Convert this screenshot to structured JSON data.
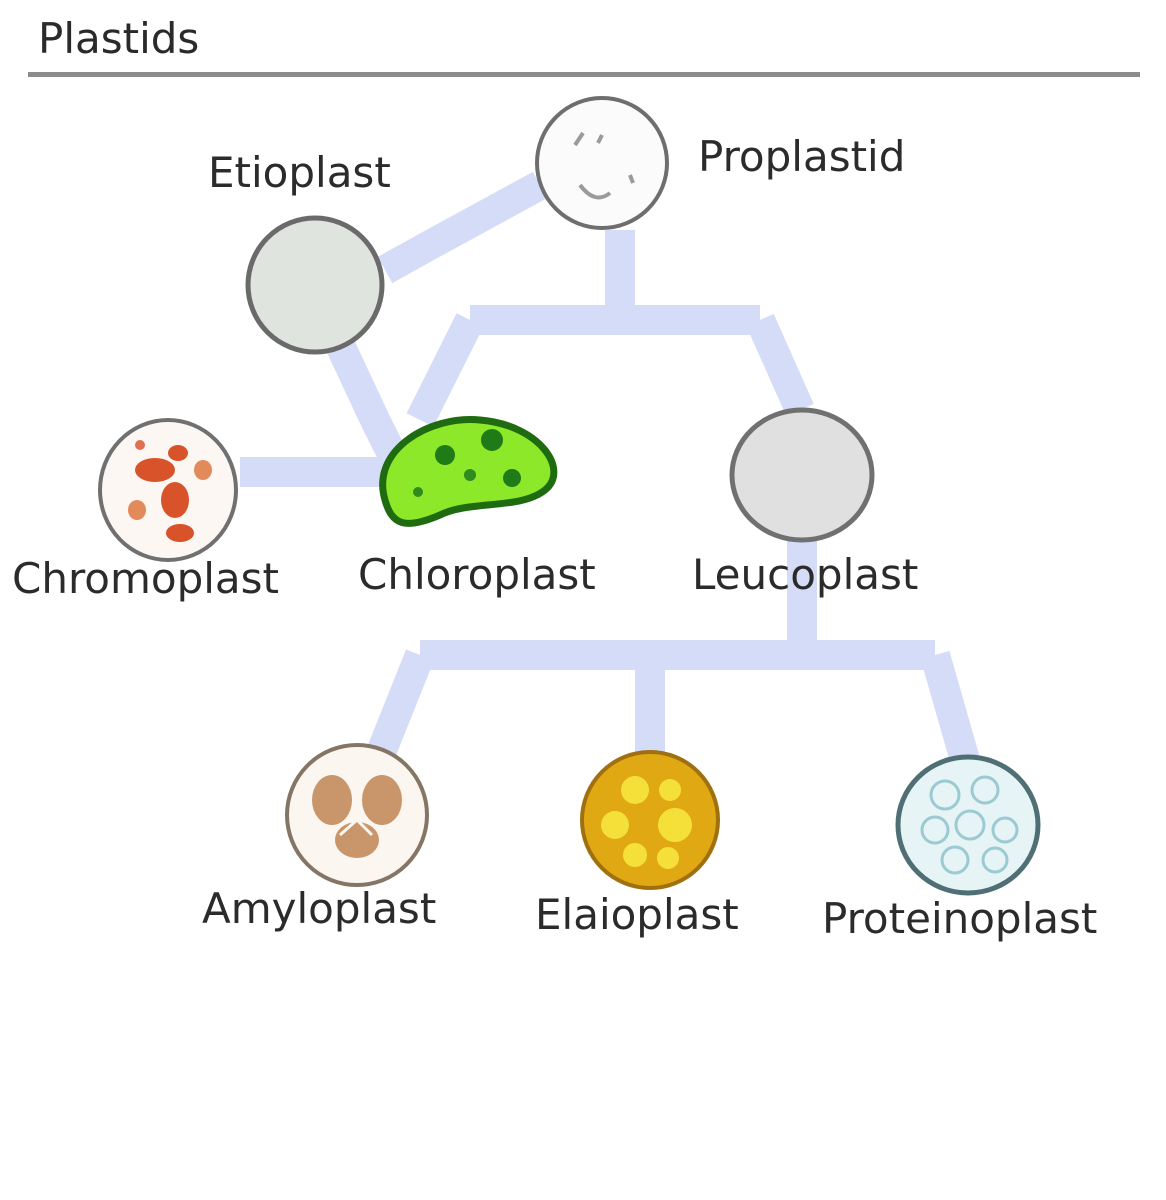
{
  "title": "Plastids",
  "colors": {
    "connector": "#d4dcf8",
    "outline": "#6e6e6e",
    "chloroplast_fill": "#8ee82a",
    "chloroplast_outline": "#1f6b10",
    "elaioplast_fill": "#e6b418",
    "amyloplast_fill": "#c9956a",
    "chromoplast_dots": "#d9532a",
    "proteinoplast_fill": "#e6f4f6"
  },
  "nodes": {
    "proplastid": {
      "label": "Proplastid"
    },
    "etioplast": {
      "label": "Etioplast"
    },
    "chromoplast": {
      "label": "Chromoplast"
    },
    "chloroplast": {
      "label": "Chloroplast"
    },
    "leucoplast": {
      "label": "Leucoplast"
    },
    "amyloplast": {
      "label": "Amyloplast"
    },
    "elaioplast": {
      "label": "Elaioplast"
    },
    "proteinoplast": {
      "label": "Proteinoplast"
    }
  },
  "edges": [
    [
      "proplastid",
      "etioplast"
    ],
    [
      "proplastid",
      "chloroplast"
    ],
    [
      "proplastid",
      "leucoplast"
    ],
    [
      "etioplast",
      "chloroplast"
    ],
    [
      "chromoplast",
      "chloroplast"
    ],
    [
      "leucoplast",
      "amyloplast"
    ],
    [
      "leucoplast",
      "elaioplast"
    ],
    [
      "leucoplast",
      "proteinoplast"
    ]
  ]
}
